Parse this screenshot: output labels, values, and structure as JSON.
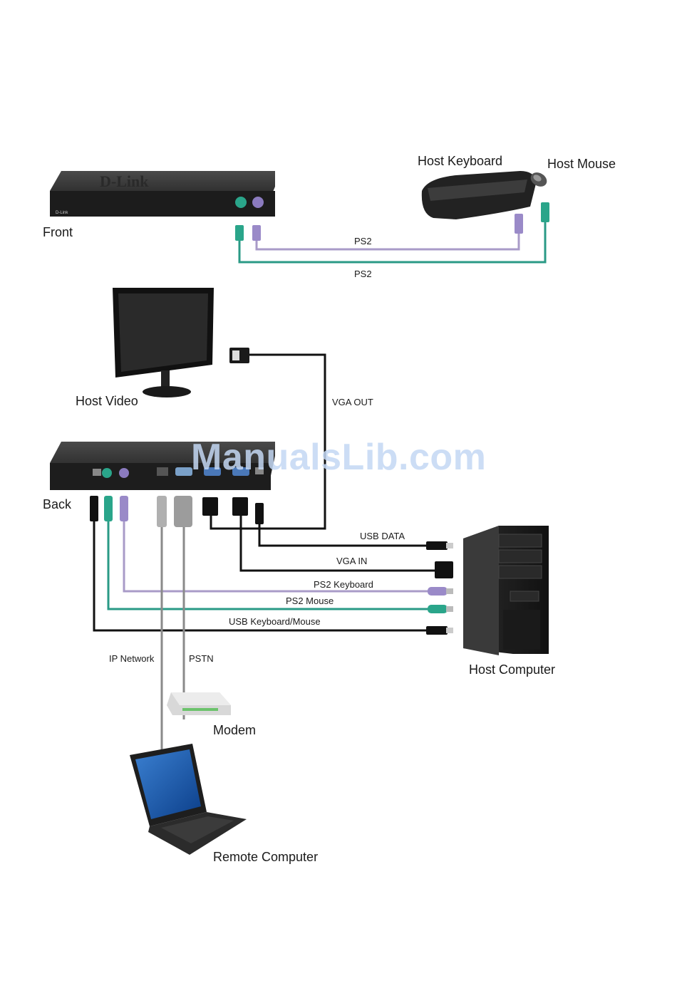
{
  "labels": {
    "host_keyboard": "Host Keyboard",
    "host_mouse": "Host Mouse",
    "front": "Front",
    "ps2_top": "PS2",
    "ps2_bottom": "PS2",
    "host_video": "Host Video",
    "vga_out": "VGA OUT",
    "back": "Back",
    "usb_data": "USB DATA",
    "vga_in": "VGA IN",
    "ps2_keyboard": "PS2 Keyboard",
    "ps2_mouse": "PS2  Mouse",
    "usb_keyboard_mouse": "USB Keyboard/Mouse",
    "ip_network": "IP Network",
    "pstn": "PSTN",
    "host_computer": "Host Computer",
    "modem": "Modem",
    "remote_computer": "Remote Computer"
  },
  "watermark": "ManualsLib.com",
  "colors": {
    "ps2_keyboard_cable": "#a99bc8",
    "ps2_mouse_cable": "#2a9a86",
    "black_cable": "#111111",
    "grey_cable": "#8a8a8a"
  }
}
